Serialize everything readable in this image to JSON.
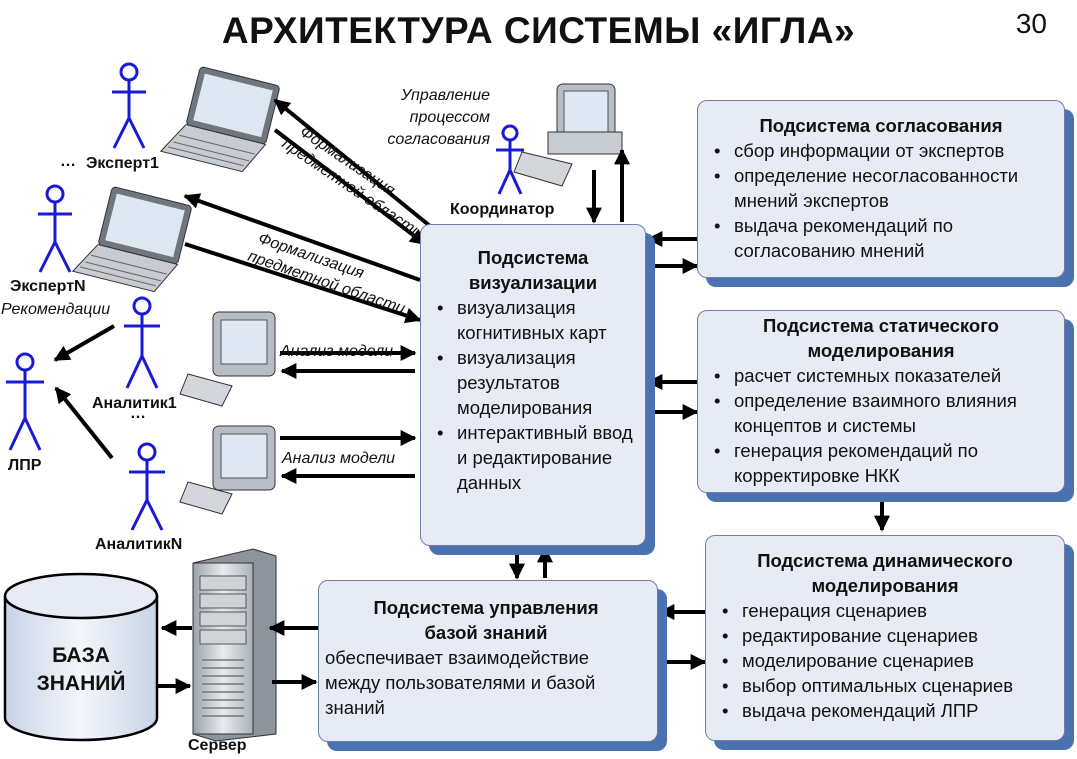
{
  "title": "АРХИТЕКТУРА СИСТЕМЫ «ИГЛА»",
  "page_number": "30",
  "actors": {
    "expert1": "Эксперт1",
    "expertN": "ЭкспертN",
    "lpr": "ЛПР",
    "analyst1": "Аналитик1",
    "analystN": "АналитикN",
    "coordinator": "Координатор",
    "server": "Сервер",
    "dots": "…"
  },
  "edge_labels": {
    "process_mgmt": [
      "Управление",
      "процессом",
      "согласования"
    ],
    "formalization": [
      "Формализация",
      "предметной области"
    ],
    "model_analysis": "Анализ модели",
    "recommendations": "Рекомендации"
  },
  "database": [
    "БАЗА",
    "ЗНАНИЙ"
  ],
  "boxes": {
    "visualization": {
      "title": "Подсистема визуализации",
      "items": [
        "визуализация когнитивных карт",
        "визуализация результатов моделирования",
        "интерактивный ввод и редактирование данных"
      ]
    },
    "agreement": {
      "title": "Подсистема согласования",
      "items": [
        "сбор информации от экспертов",
        "определение несогласованности мнений экспертов",
        "выдача рекомендаций по согласованию мнений"
      ]
    },
    "static": {
      "title": "Подсистема статического моделирования",
      "items": [
        "расчет системных показателей",
        "определение взаимного влияния концептов и системы",
        "генерация рекомендаций по корректировке НКК"
      ]
    },
    "dynamic": {
      "title": "Подсистема динамического моделирования",
      "items": [
        "генерация сценариев",
        "редактирование сценариев",
        "моделирование сценариев",
        "выбор оптимальных сценариев",
        "выдача рекомендаций ЛПР"
      ]
    },
    "knowledge": {
      "title": "Подсистема управления базой знаний",
      "text": "обеспечивает взаимодействие между пользователями и базой знаний"
    }
  },
  "colors": {
    "box_fill": "#e6ebf5",
    "box_shadow": "#4a72b0",
    "stick_figure": "#1a1ad6"
  }
}
